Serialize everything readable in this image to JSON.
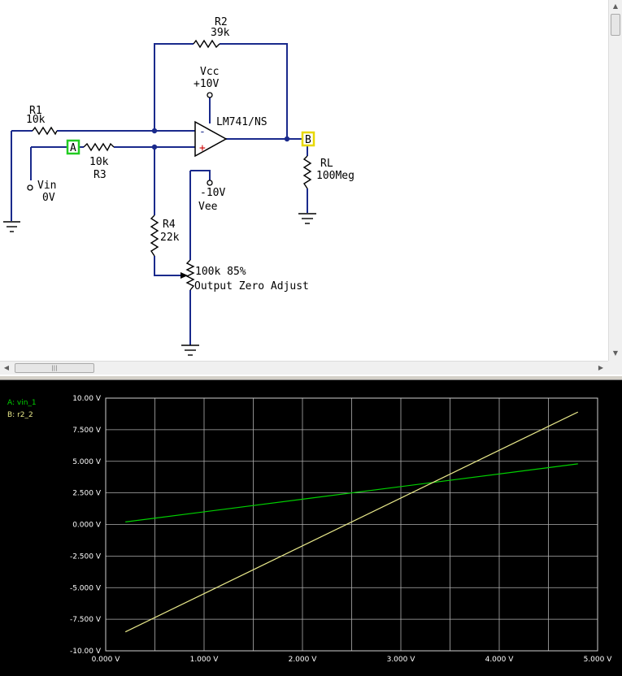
{
  "schematic": {
    "r1": {
      "name": "R1",
      "value": "10k"
    },
    "r2": {
      "name": "R2",
      "value": "39k"
    },
    "r3": {
      "name": "R3",
      "value": "10k"
    },
    "r4": {
      "name": "R4",
      "value": "22k"
    },
    "rl": {
      "name": "RL",
      "value": "100Meg"
    },
    "vcc": {
      "name": "Vcc",
      "value": "+10V"
    },
    "vee": {
      "name": "Vee",
      "value": "-10V"
    },
    "vin": {
      "name": "Vin",
      "value": "0V"
    },
    "opamp": {
      "name": "LM741/NS",
      "plus": "+",
      "minus": "-"
    },
    "pot": {
      "value": "100k 85%",
      "label": "Output Zero Adjust"
    },
    "probe_a": "A",
    "probe_b": "B"
  },
  "scope": {
    "legend_a": "A: vin_1",
    "legend_b": "B: r2_2",
    "colors": {
      "a": "#00d000",
      "b": "#e8e88a",
      "grid": "#b0b0b0",
      "background": "#000000"
    }
  },
  "chart_data": {
    "type": "line",
    "x_ticks": [
      "0.000 V",
      "1.000 V",
      "2.000 V",
      "3.000 V",
      "4.000 V",
      "5.000 V"
    ],
    "y_ticks": [
      "10.00 V",
      "7.500 V",
      "5.000 V",
      "2.500 V",
      "0.000 V",
      "-2.500 V",
      "-5.000 V",
      "-7.500 V",
      "-10.00 V"
    ],
    "xlim": [
      0,
      5
    ],
    "ylim": [
      -10,
      10
    ],
    "grid": true,
    "legend": "top-left",
    "series": [
      {
        "name": "A: vin_1",
        "x": [
          0.2,
          4.8
        ],
        "y": [
          0.2,
          4.8
        ]
      },
      {
        "name": "B: r2_2",
        "x": [
          0.2,
          4.8
        ],
        "y": [
          -8.5,
          8.9
        ]
      }
    ]
  }
}
